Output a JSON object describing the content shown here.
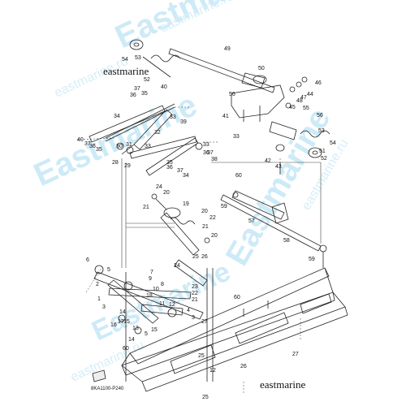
{
  "watermark": {
    "primary": "Eastmarine",
    "secondary": "eastmarine.ru",
    "color": "#bfe3f4"
  },
  "labels": {
    "brand_top": "eastmarine",
    "brand_bottom": "eastmarine",
    "diagram_code": "8KA1100-P240"
  },
  "part_numbers": [
    {
      "id": "n53a",
      "text": "53"
    },
    {
      "id": "n54a",
      "text": "54"
    },
    {
      "id": "n52a",
      "text": "52"
    },
    {
      "id": "n49",
      "text": "49"
    },
    {
      "id": "n50",
      "text": "50"
    },
    {
      "id": "n46",
      "text": "46"
    },
    {
      "id": "n40",
      "text": "40"
    },
    {
      "id": "n37a",
      "text": "37"
    },
    {
      "id": "n35a",
      "text": "35"
    },
    {
      "id": "n36a",
      "text": "36"
    },
    {
      "id": "n56a",
      "text": "56"
    },
    {
      "id": "n41",
      "text": "41"
    },
    {
      "id": "n47",
      "text": "47"
    },
    {
      "id": "n45",
      "text": "45"
    },
    {
      "id": "n48",
      "text": "48"
    },
    {
      "id": "n44",
      "text": "44"
    },
    {
      "id": "n55",
      "text": "55"
    },
    {
      "id": "n56b",
      "text": "56"
    },
    {
      "id": "n34a",
      "text": "34"
    },
    {
      "id": "n33a",
      "text": "33"
    },
    {
      "id": "n39",
      "text": "39"
    },
    {
      "id": "n32",
      "text": "32"
    },
    {
      "id": "n53b",
      "text": "53"
    },
    {
      "id": "n54b",
      "text": "54"
    },
    {
      "id": "n51",
      "text": "51"
    },
    {
      "id": "n52b",
      "text": "52"
    },
    {
      "id": "n42",
      "text": "42"
    },
    {
      "id": "n43",
      "text": "43"
    },
    {
      "id": "n33b",
      "text": "33"
    },
    {
      "id": "n40b",
      "text": "40"
    },
    {
      "id": "n37b",
      "text": "37"
    },
    {
      "id": "n36b",
      "text": "36"
    },
    {
      "id": "n35b",
      "text": "35"
    },
    {
      "id": "n33c",
      "text": "33"
    },
    {
      "id": "n31",
      "text": "31"
    },
    {
      "id": "n30",
      "text": "30"
    },
    {
      "id": "n28",
      "text": "28"
    },
    {
      "id": "n29",
      "text": "29"
    },
    {
      "id": "n33d",
      "text": "33"
    },
    {
      "id": "n36c",
      "text": "36"
    },
    {
      "id": "n37c",
      "text": "37"
    },
    {
      "id": "n38",
      "text": "38"
    },
    {
      "id": "n34b",
      "text": "34"
    },
    {
      "id": "n35c",
      "text": "35"
    },
    {
      "id": "n36d",
      "text": "36"
    },
    {
      "id": "n37d",
      "text": "37"
    },
    {
      "id": "n60a",
      "text": "60"
    },
    {
      "id": "n59",
      "text": "59"
    },
    {
      "id": "n57",
      "text": "57"
    },
    {
      "id": "n58",
      "text": "58"
    },
    {
      "id": "n59b",
      "text": "59"
    },
    {
      "id": "n24",
      "text": "24"
    },
    {
      "id": "n20a",
      "text": "20"
    },
    {
      "id": "n19",
      "text": "19"
    },
    {
      "id": "n21a",
      "text": "21"
    },
    {
      "id": "n20b",
      "text": "20"
    },
    {
      "id": "n22",
      "text": "22"
    },
    {
      "id": "n21b",
      "text": "21"
    },
    {
      "id": "n20c",
      "text": "20"
    },
    {
      "id": "n25a",
      "text": "25"
    },
    {
      "id": "n26",
      "text": "26"
    },
    {
      "id": "n6",
      "text": "6"
    },
    {
      "id": "n5a",
      "text": "5"
    },
    {
      "id": "n24b",
      "text": "24"
    },
    {
      "id": "n7",
      "text": "7"
    },
    {
      "id": "n9",
      "text": "9"
    },
    {
      "id": "n8",
      "text": "8"
    },
    {
      "id": "n10",
      "text": "10"
    },
    {
      "id": "n18",
      "text": "18"
    },
    {
      "id": "n11",
      "text": "11"
    },
    {
      "id": "n23",
      "text": "23"
    },
    {
      "id": "n22b",
      "text": "22"
    },
    {
      "id": "n21c",
      "text": "21"
    },
    {
      "id": "n2",
      "text": "2"
    },
    {
      "id": "n1",
      "text": "1"
    },
    {
      "id": "n3a",
      "text": "3"
    },
    {
      "id": "n12",
      "text": "12"
    },
    {
      "id": "n4",
      "text": "4"
    },
    {
      "id": "n16",
      "text": "16"
    },
    {
      "id": "n14a",
      "text": "14"
    },
    {
      "id": "n17",
      "text": "17"
    },
    {
      "id": "n15a",
      "text": "15"
    },
    {
      "id": "n13",
      "text": "13"
    },
    {
      "id": "n14b",
      "text": "14"
    },
    {
      "id": "n15b",
      "text": "15"
    },
    {
      "id": "n5b",
      "text": "5"
    },
    {
      "id": "n3b",
      "text": "3"
    },
    {
      "id": "n27a",
      "text": "27"
    },
    {
      "id": "n60b",
      "text": "60"
    },
    {
      "id": "n60c",
      "text": "60"
    },
    {
      "id": "n27b",
      "text": "27"
    },
    {
      "id": "n25b",
      "text": "25"
    },
    {
      "id": "n12b",
      "text": "12"
    },
    {
      "id": "n25c",
      "text": "25"
    },
    {
      "id": "n26b",
      "text": "26"
    }
  ]
}
